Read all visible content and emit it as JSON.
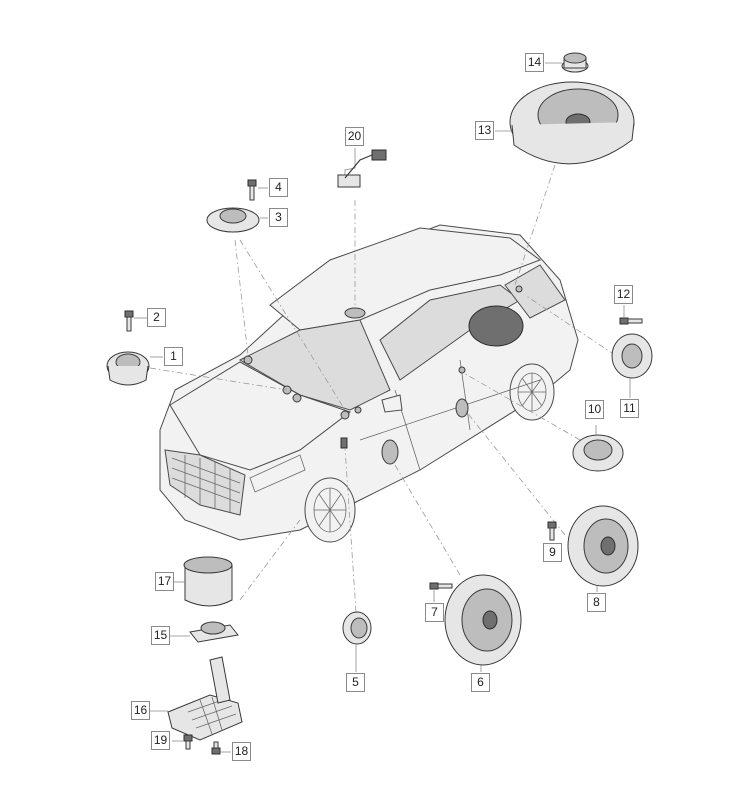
{
  "callouts": [
    {
      "id": "c1",
      "label": "1"
    },
    {
      "id": "c2",
      "label": "2"
    },
    {
      "id": "c3",
      "label": "3"
    },
    {
      "id": "c4",
      "label": "4"
    },
    {
      "id": "c5",
      "label": "5"
    },
    {
      "id": "c6",
      "label": "6"
    },
    {
      "id": "c7",
      "label": "7"
    },
    {
      "id": "c8",
      "label": "8"
    },
    {
      "id": "c9",
      "label": "9"
    },
    {
      "id": "c10",
      "label": "10"
    },
    {
      "id": "c11",
      "label": "11"
    },
    {
      "id": "c12",
      "label": "12"
    },
    {
      "id": "c13",
      "label": "13"
    },
    {
      "id": "c14",
      "label": "14"
    },
    {
      "id": "c15",
      "label": "15"
    },
    {
      "id": "c16",
      "label": "16"
    },
    {
      "id": "c17",
      "label": "17"
    },
    {
      "id": "c18",
      "label": "18"
    },
    {
      "id": "c19",
      "label": "19"
    },
    {
      "id": "c20",
      "label": "20"
    }
  ],
  "colors": {
    "line_art": "#3a3a3a",
    "leader": "#8a8a8a",
    "part_fill": "#e6e6e6",
    "dark_fill": "#6f6f6f"
  }
}
